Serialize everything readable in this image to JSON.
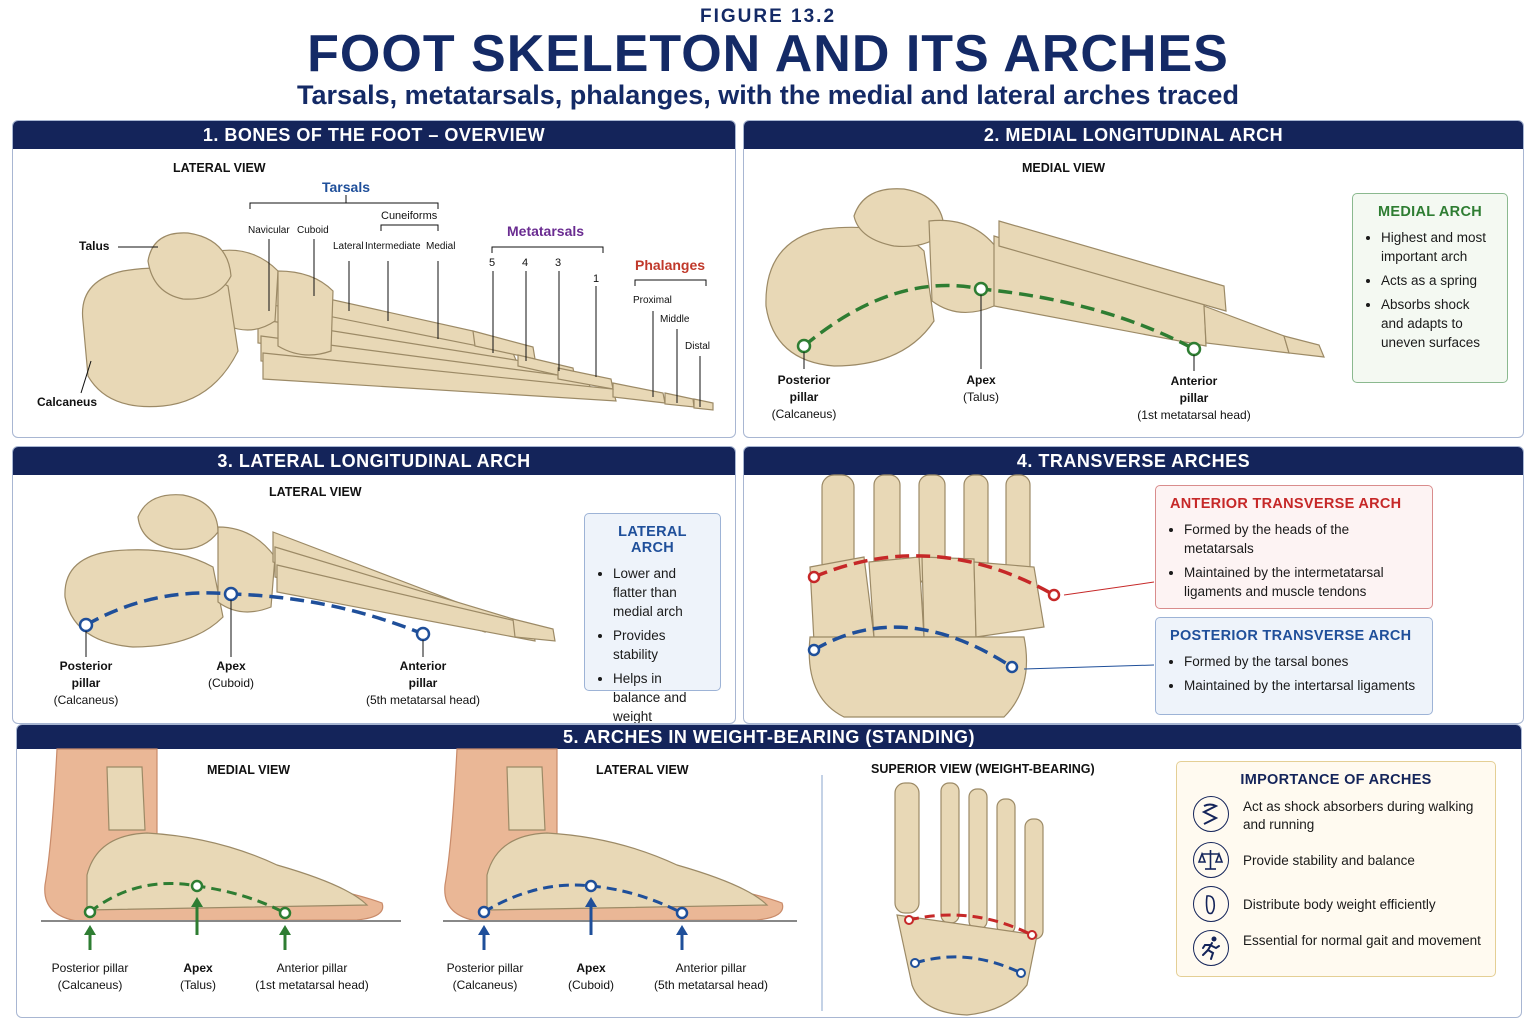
{
  "header": {
    "figure_label": "FIGURE 13.2",
    "title": "FOOT SKELETON AND ITS ARCHES",
    "subtitle": "Tarsals, metatarsals, phalanges, with the medial and lateral arches traced"
  },
  "colors": {
    "navy": "#14245a",
    "medial_green": "#2e7d32",
    "lateral_blue": "#1f4f9a",
    "anterior_red": "#c62828",
    "bone": "#e8d8b6",
    "skin": "#eab796"
  },
  "panel1": {
    "title": "1. BONES OF THE FOOT – OVERVIEW",
    "view": "LATERAL VIEW",
    "tarsals": "Tarsals",
    "navicular": "Navicular",
    "cuboid": "Cuboid",
    "cuneiforms": "Cuneiforms",
    "lateral": "Lateral",
    "intermediate": "Intermediate",
    "medial": "Medial",
    "metatarsals": "Metatarsals",
    "mt_numbers": [
      "5",
      "4",
      "3",
      "1"
    ],
    "phalanges": "Phalanges",
    "proximal": "Proximal",
    "middle": "Middle",
    "distal": "Distal",
    "talus": "Talus",
    "calcaneus": "Calcaneus"
  },
  "panel2": {
    "title": "2. MEDIAL LONGITUDINAL ARCH",
    "view": "MEDIAL VIEW",
    "posterior": [
      "Posterior",
      "pillar",
      "(Calcaneus)"
    ],
    "apex": [
      "Apex",
      "(Talus)"
    ],
    "anterior": [
      "Anterior",
      "pillar",
      "(1st metatarsal head)"
    ],
    "box_title": "MEDIAL ARCH",
    "box_items": [
      "Highest and most important arch",
      "Acts as a spring",
      "Absorbs shock and adapts to uneven surfaces"
    ]
  },
  "panel3": {
    "title": "3. LATERAL LONGITUDINAL ARCH",
    "view": "LATERAL VIEW",
    "posterior": [
      "Posterior",
      "pillar",
      "(Calcaneus)"
    ],
    "apex": [
      "Apex",
      "(Cuboid)"
    ],
    "anterior": [
      "Anterior",
      "pillar",
      "(5th metatarsal head)"
    ],
    "box_title": "LATERAL ARCH",
    "box_items": [
      "Lower and flatter than medial arch",
      "Provides stability",
      "Helps in balance and weight distribution"
    ]
  },
  "panel4": {
    "title": "4. TRANSVERSE ARCHES",
    "anterior_title": "ANTERIOR TRANSVERSE ARCH",
    "anterior_items": [
      "Formed by the heads of the metatarsals",
      "Maintained by the intermetatarsal ligaments and muscle tendons"
    ],
    "posterior_title": "POSTERIOR TRANSVERSE ARCH",
    "posterior_items": [
      "Formed by the tarsal bones",
      "Maintained by the intertarsal ligaments"
    ]
  },
  "panel5": {
    "title": "5. ARCHES IN WEIGHT-BEARING (STANDING)",
    "medial_view": "MEDIAL VIEW",
    "lateral_view": "LATERAL VIEW",
    "superior_view": "SUPERIOR VIEW (WEIGHT-BEARING)",
    "medial_labels": {
      "posterior": [
        "Posterior pillar",
        "(Calcaneus)"
      ],
      "apex": [
        "Apex",
        "(Talus)"
      ],
      "anterior": [
        "Anterior pillar",
        "(1st metatarsal head)"
      ]
    },
    "lateral_labels": {
      "posterior": [
        "Posterior pillar",
        "(Calcaneus)"
      ],
      "apex": [
        "Apex",
        "(Cuboid)"
      ],
      "anterior": [
        "Anterior pillar",
        "(5th metatarsal head)"
      ]
    },
    "importance_title": "IMPORTANCE OF ARCHES",
    "importance": [
      {
        "icon": "spring-icon",
        "text": "Act as shock absorbers during walking and running"
      },
      {
        "icon": "balance-scale-icon",
        "text": "Provide stability and balance"
      },
      {
        "icon": "footprint-icon",
        "text": "Distribute body weight efficiently"
      },
      {
        "icon": "running-person-icon",
        "text": "Essential for normal gait and movement"
      }
    ]
  }
}
